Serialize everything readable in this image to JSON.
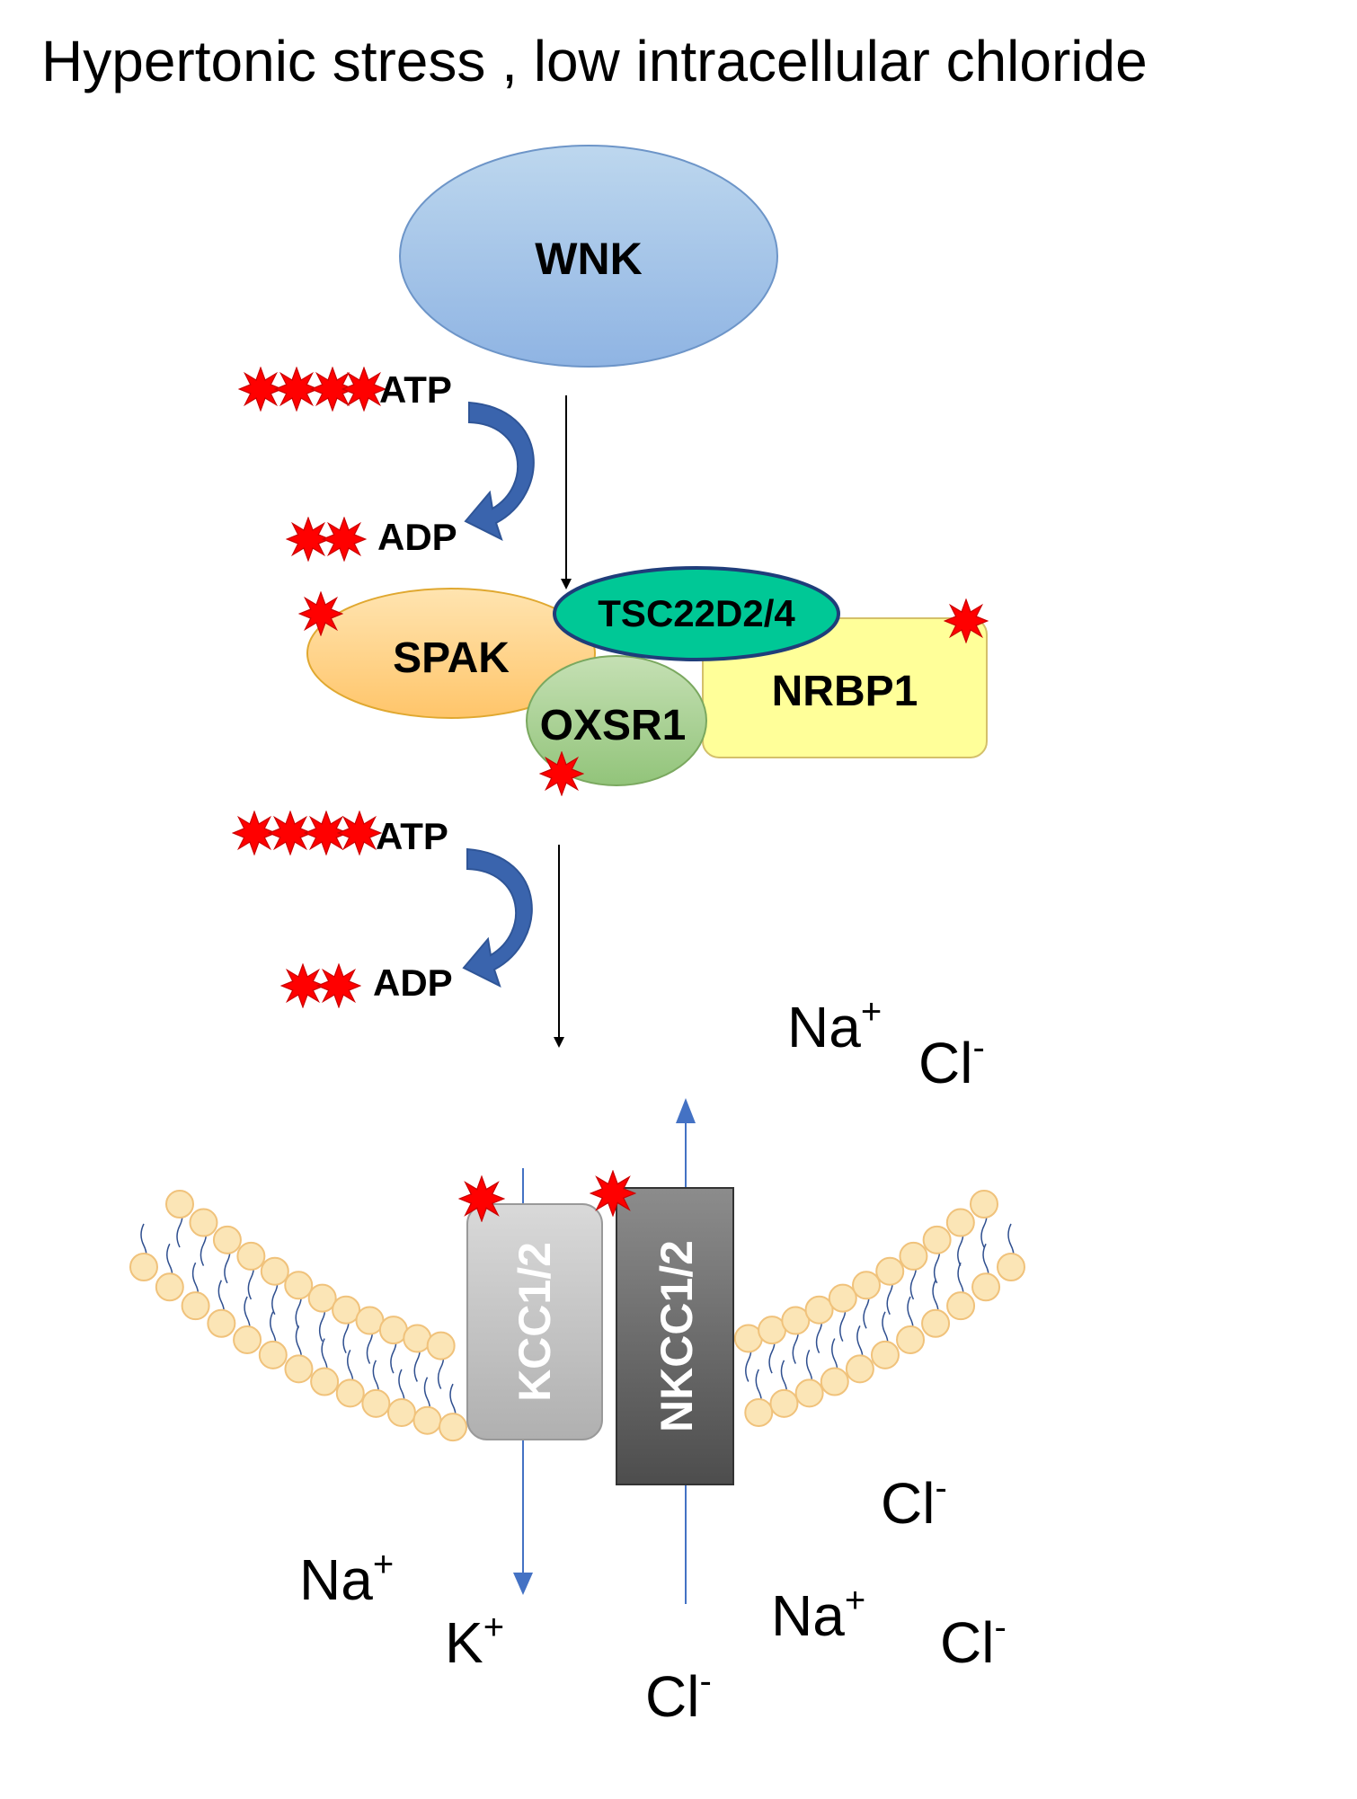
{
  "title": "Hypertonic stress , low intracellular chloride",
  "nodes": {
    "wnk": "WNK",
    "spak": "SPAK",
    "tsc": "TSC22D2/4",
    "oxsr1": "OXSR1",
    "nrbp1": "NRBP1",
    "kcc": "KCC1/2",
    "nkcc": "NKCC1/2"
  },
  "reactions": {
    "atp1": "ATP",
    "adp1": "ADP",
    "atp2": "ATP",
    "adp2": "ADP"
  },
  "ions": {
    "na_top": "Na",
    "na_top_sup": "+",
    "cl_top": "Cl",
    "cl_top_sup": "-",
    "cl_right": "Cl",
    "cl_right_sup": "-",
    "na_left": "Na",
    "na_left_sup": "+",
    "k_left": "K",
    "k_left_sup": "+",
    "na_bottom": "Na",
    "na_bottom_sup": "+",
    "cl_bottom_right": "Cl",
    "cl_bottom_right_sup": "-",
    "cl_bottom": "Cl",
    "cl_bottom_sup": "-"
  },
  "colors": {
    "wnk": "#9dc3e6",
    "spak": "#ffd28a",
    "tsc": "#00c896",
    "oxsr1": "#a9d18e",
    "nrbp1": "#ffff99",
    "kcc": "#c8c8c8",
    "nkcc": "#777777",
    "phospho": "#ff0000",
    "curve_arrow": "#2f5597",
    "transport_arrow": "#4472c4",
    "lipid_head": "#fbe5b6"
  }
}
